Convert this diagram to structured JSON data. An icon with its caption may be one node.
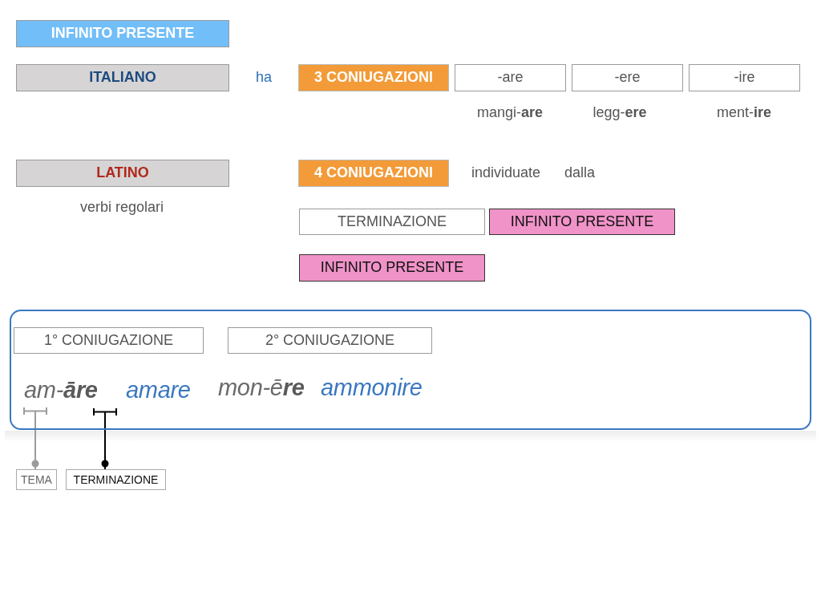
{
  "diagram": {
    "nodes": [
      {
        "text": [
          "INFINITO PRESENTE"
        ]
      },
      {
        "text": [
          "ITALIANO"
        ]
      },
      {
        "text": [
          "3 CONIUGAZIONI"
        ]
      },
      {
        "text": [
          "-are"
        ]
      },
      {
        "text": [
          "-ere"
        ]
      },
      {
        "text": [
          "-ire"
        ]
      },
      {
        "text": [
          "LATINO"
        ]
      },
      {
        "text": [
          "4 CONIUGAZIONI"
        ]
      },
      {
        "text": [
          "TERMINAZIONE"
        ]
      },
      {
        "text": [
          "INFINITO PRESENTE"
        ]
      },
      {
        "text": [
          "INFINITO PRESENTE"
        ]
      },
      {
        "text": [],
        "shape": "box"
      },
      {
        "text": [
          "1° CONIUGAZIONE"
        ],
        "in": 11
      },
      {
        "text": [
          "2° CONIUGAZIONE"
        ],
        "in": 11
      },
      {
        "text": [],
        "shape": "bar",
        "in": 11
      },
      {
        "text": [],
        "shape": "bar",
        "in": 11
      },
      {
        "text": [
          "TEMA"
        ]
      },
      {
        "text": [
          "TERMINAZIONE"
        ]
      }
    ],
    "edges": [
      {
        "from": 16,
        "to": 14,
        "arrow": "other",
        "color": "#9b9b9b"
      },
      {
        "from": 17,
        "to": 15,
        "arrow": "other",
        "color": "#000000"
      }
    ],
    "labels": [
      "ha",
      "mangi-**are**",
      "legg-**ere**",
      "ment-**ire**",
      "individuate",
      "dalla",
      "verbi regolari",
      "am-**āre**",
      "amare",
      "mon-ē**re**",
      "ammonire"
    ]
  }
}
